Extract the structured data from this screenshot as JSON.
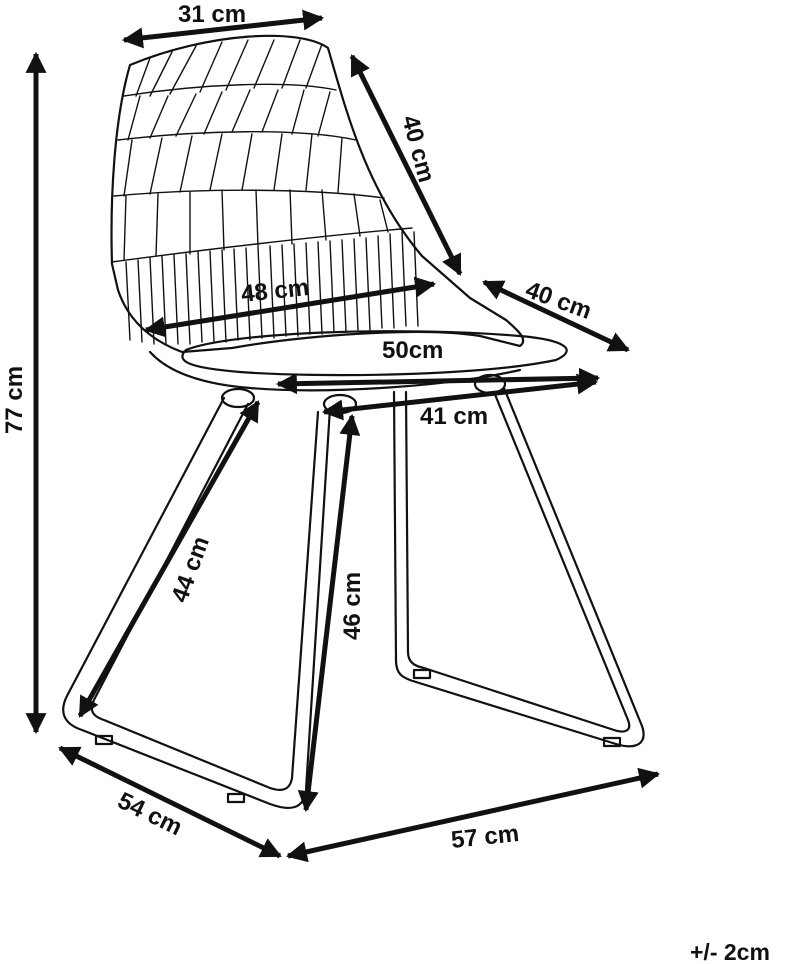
{
  "colors": {
    "ink": "#111111",
    "background": "#ffffff"
  },
  "dimensions": {
    "back_width": "31 cm",
    "back_height": "40 cm",
    "seat_depth": "40 cm",
    "seat_inner_width": "48 cm",
    "seat_width": "50cm",
    "leg_span": "41 cm",
    "total_height": "77 cm",
    "front_leg": "44 cm",
    "seat_height": "46 cm",
    "base_depth": "54 cm",
    "base_width": "57 cm"
  },
  "tolerance": "+/- 2cm"
}
